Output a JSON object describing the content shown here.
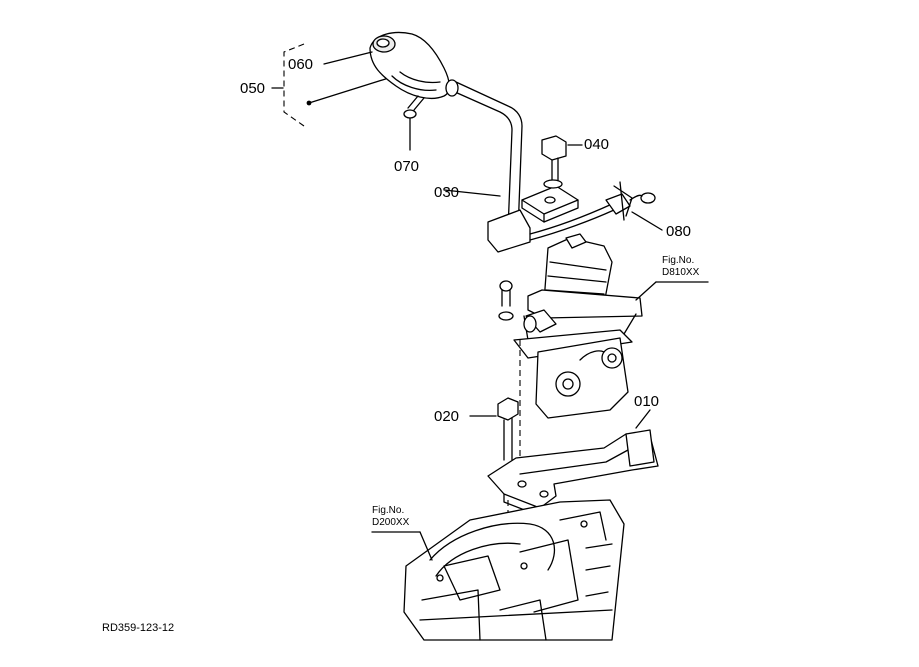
{
  "callouts": {
    "p010": "010",
    "p020": "020",
    "p030": "030",
    "p040": "040",
    "p050": "050",
    "p060": "060",
    "p070": "070",
    "p080": "080"
  },
  "figure_refs": {
    "d810": {
      "line1": "Fig.No.",
      "line2": "D810XX"
    },
    "d200": {
      "line1": "Fig.No.",
      "line2": "D200XX"
    }
  },
  "drawing_id": "RD359-123-12",
  "colors": {
    "ink": "#000000",
    "paper": "#ffffff"
  }
}
